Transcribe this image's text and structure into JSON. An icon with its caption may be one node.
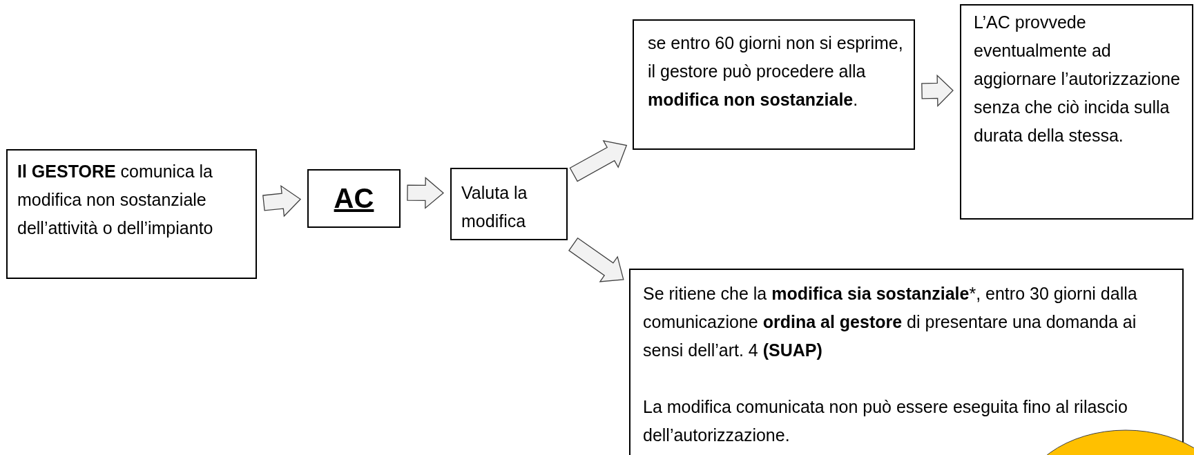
{
  "diagram": {
    "nodes": [
      {
        "text": [
          "**Il GESTORE** comunica la modifica non sostanziale dell’attività o dell’impianto"
        ]
      },
      {
        "text": [
          "AC"
        ]
      },
      {
        "text": [
          "Valuta  la modifica"
        ]
      },
      {
        "text": [
          "se entro 60 giorni  non si esprime, il gestore può procedere alla **modifica non sostanziale**."
        ]
      },
      {
        "text": [
          "L’AC provvede eventualmente ad aggiornare l’autorizzazione senza che ciò incida sulla durata della stessa."
        ]
      },
      {
        "text": [
          "Se ritiene che la **modifica sia sostanziale***, entro 30 giorni dalla comunicazione **ordina al gestore** di presentare una domanda ai sensi dell’art. 4 **(SUAP)**",
          "La modifica comunicata non può essere eseguita fino al rilascio dell’autorizzazione."
        ]
      }
    ],
    "edges": [
      {
        "from": 0,
        "to": 1,
        "arrow": "to"
      },
      {
        "from": 1,
        "to": 2,
        "arrow": "to"
      },
      {
        "from": 2,
        "to": 3,
        "arrow": "to"
      },
      {
        "from": 2,
        "to": 5,
        "arrow": "to"
      },
      {
        "from": 3,
        "to": 4,
        "arrow": "to"
      }
    ]
  }
}
